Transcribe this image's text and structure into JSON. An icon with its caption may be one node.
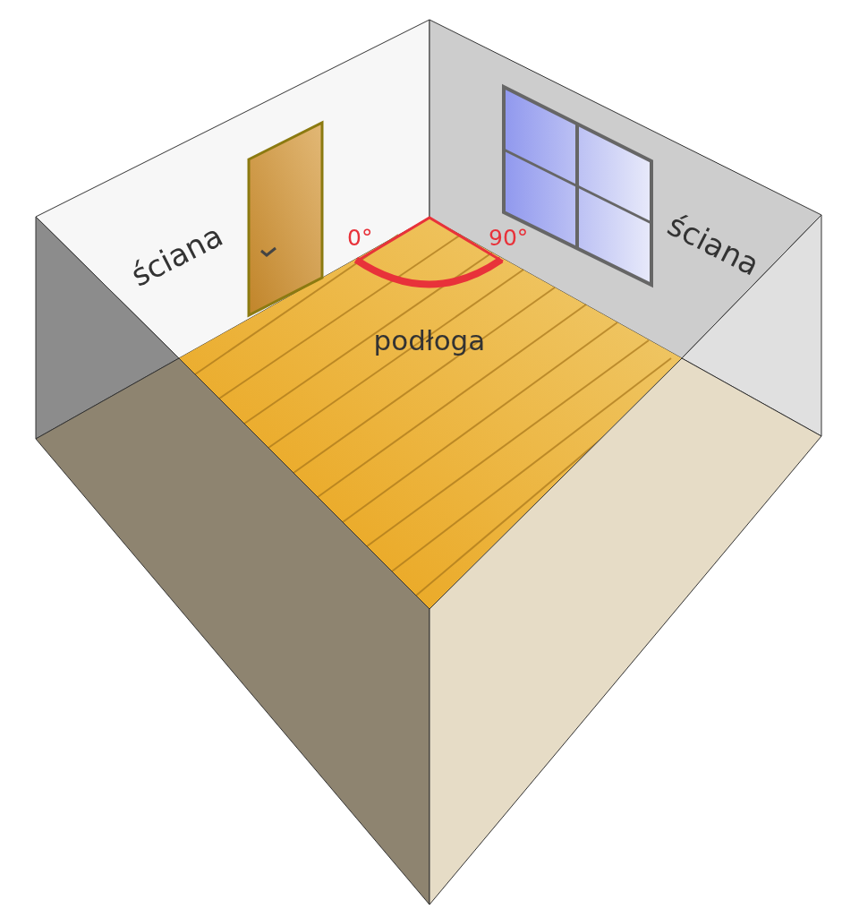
{
  "diagram": {
    "labels": [
      "ściana",
      "0°",
      "90°",
      "ściana",
      "podłoga"
    ]
  }
}
